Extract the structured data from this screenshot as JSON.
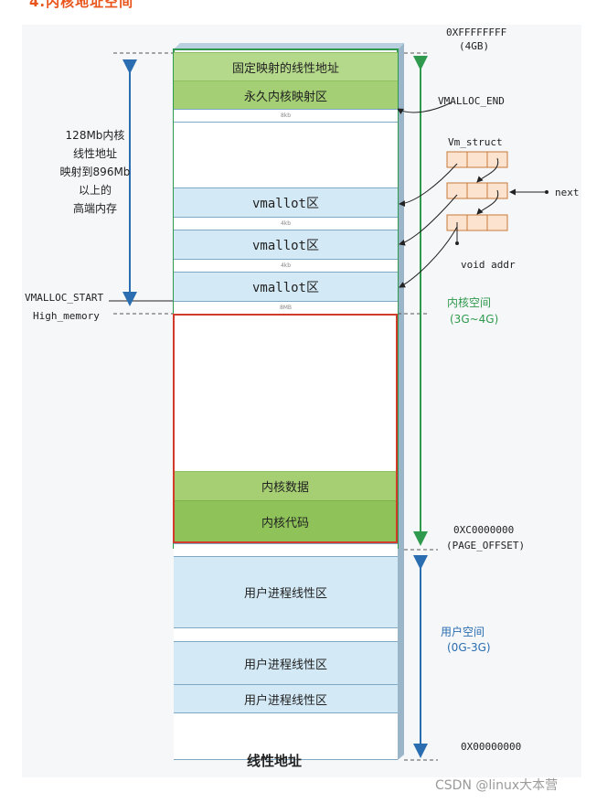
{
  "header": {
    "heading": "4.内核地址空间"
  },
  "diagram": {
    "top_address": "0XFFFFFFFF",
    "top_size": "(4GB)",
    "vmalloc_end": "VMALLOC_END",
    "vmalloc_start": "VMALLOC_START",
    "high_memory": "High_memory",
    "side_note": "128Mb内核\n线性地址\n映射到896Mb\n以上的\n高端内存",
    "vm_struct": "Vm_struct",
    "next": "next",
    "void_addr": "void addr",
    "kernel_space": "内核空间",
    "kernel_range": "(3G~4G)",
    "user_space": "用户空间",
    "user_range": "(0G-3G)",
    "page_offset_addr": "0XC0000000",
    "page_offset": "(PAGE_OFFSET)",
    "bottom_address": "0X00000000",
    "bottom_title": "线性地址",
    "blocks": {
      "fixmap": "固定映射的线性地址",
      "permanent": "永久内核映射区",
      "gap1": "8kb",
      "vmalloc1": "vmallot区",
      "gap2": "4kb",
      "vmalloc2": "vmallot区",
      "gap3": "4kb",
      "vmalloc3": "vmallot区",
      "gap4": "8MB",
      "kernel_data": "内核数据",
      "kernel_code": "内核代码",
      "user1": "用户进程线性区",
      "user2": "用户进程线性区",
      "user3": "用户进程线性区"
    }
  },
  "watermark": "CSDN @linux大本营"
}
